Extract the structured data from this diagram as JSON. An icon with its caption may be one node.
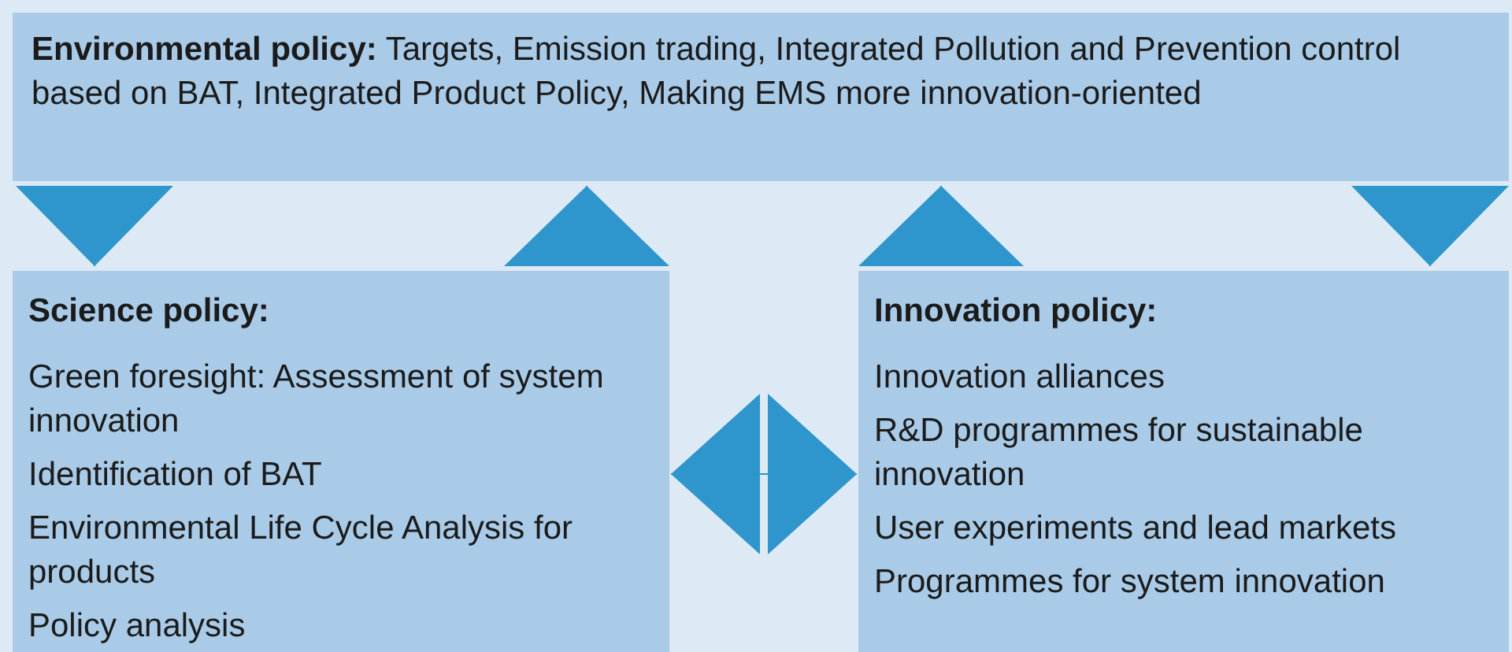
{
  "diagram": {
    "nodes": [
      {
        "text": [
          "**Environmental policy:** Targets, Emission trading, Integrated Pollution and Prevention control based on BAT, Integrated Product Policy, Making EMS more innovation-oriented"
        ]
      },
      {
        "text": [
          "Science policy:",
          "Green foresight: Assessment of system innovation",
          "Identification of BAT",
          "Environmental Life Cycle Analysis for products",
          "Policy analysis"
        ]
      },
      {
        "text": [
          "Innovation policy:",
          "Innovation alliances",
          "R&D programmes for sustainable innovation",
          "User experiments and lead markets",
          "Programmes for system innovation"
        ]
      }
    ],
    "edges": [
      {
        "from": 0,
        "to": 1,
        "arrow": "to"
      },
      {
        "from": 1,
        "to": 0,
        "arrow": "to"
      },
      {
        "from": 2,
        "to": 0,
        "arrow": "to"
      },
      {
        "from": 0,
        "to": 2,
        "arrow": "to"
      },
      {
        "from": 1,
        "to": 2,
        "arrow": "both"
      }
    ]
  }
}
